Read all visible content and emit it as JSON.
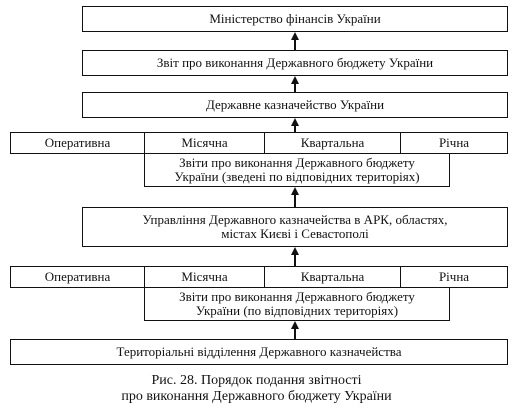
{
  "boxes": {
    "ministry": "Міністерство фінансів України",
    "report_top": "Звіт про виконання Державного бюджету України",
    "treasury": "Державне казначейство України",
    "regional_line1": "Управління Державного казначейства в АРК, областях,",
    "regional_line2": "містах  Києві і Севастополі",
    "territorial": "Територіальні відділення Державного казначейства"
  },
  "upper_group": {
    "periods": [
      "Оперативна",
      "Місячна",
      "Квартальна",
      "Річна"
    ],
    "report_line1": "Звіти про виконання Державного бюджету",
    "report_line2": "України (зведені по відповідних територіях)"
  },
  "lower_group": {
    "periods": [
      "Оперативна",
      "Місячна",
      "Квартальна",
      "Річна"
    ],
    "report_line1": "Звіти про виконання Державного бюджету",
    "report_line2": "України (по відповідних територіях)"
  },
  "caption": {
    "line1": "Рис. 28. Порядок подання звітності",
    "line2": "про виконання Державного бюджету України"
  }
}
